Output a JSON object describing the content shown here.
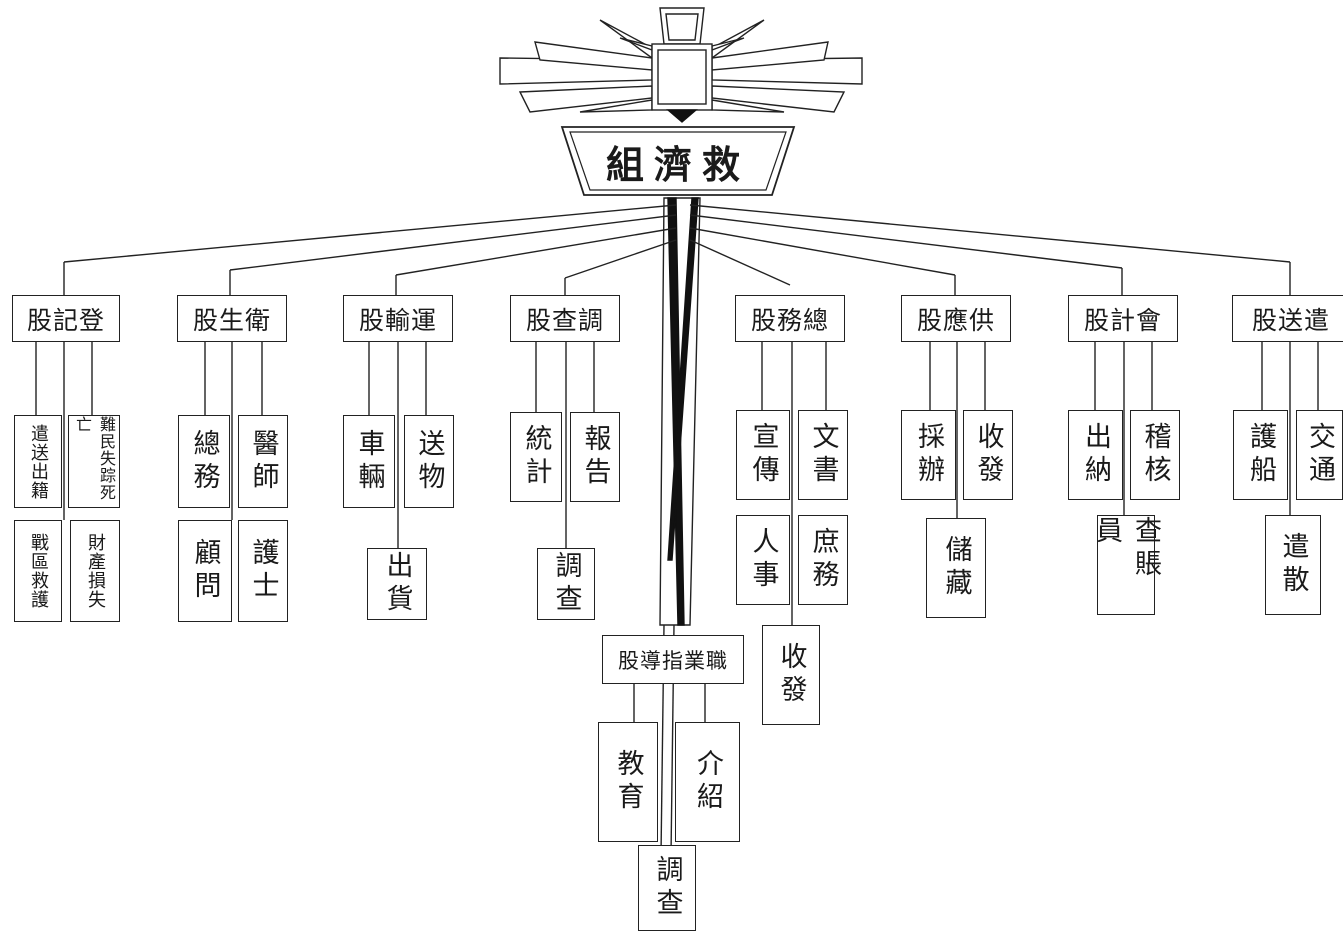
{
  "title": "組濟救",
  "sections": [
    {
      "label": "股記登",
      "subs": [
        "遣送出籍",
        "難民失踪死亡",
        "戰區救護",
        "財產損失"
      ]
    },
    {
      "label": "股生衛",
      "subs": [
        "總務",
        "醫師",
        "顧問",
        "護士"
      ]
    },
    {
      "label": "股輸運",
      "subs": [
        "車輛",
        "送物",
        "出貨"
      ]
    },
    {
      "label": "股查調",
      "subs": [
        "統計",
        "報告",
        "調查"
      ]
    },
    {
      "label": "股務總",
      "subs": [
        "宣傳",
        "文書",
        "人事",
        "庶務",
        "收發"
      ]
    },
    {
      "label": "股應供",
      "subs": [
        "採辦",
        "收發",
        "儲藏"
      ]
    },
    {
      "label": "股計會",
      "subs": [
        "出納",
        "稽核",
        "查賬員"
      ]
    },
    {
      "label": "股送遣",
      "subs": [
        "護船",
        "交通",
        "遣散"
      ]
    }
  ],
  "bottom": {
    "label": "股導指業職",
    "subs": [
      "教育",
      "介紹",
      "調查"
    ]
  }
}
